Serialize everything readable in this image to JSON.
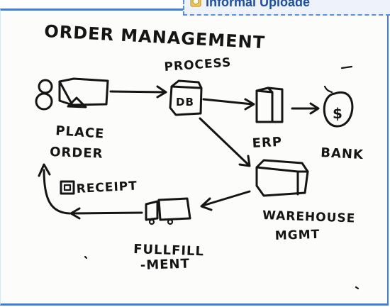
{
  "tab": {
    "label": "Informal Uploade",
    "icon": "upload-icon"
  },
  "diagram": {
    "title_line1": "ORDER MANAGEMENT",
    "title_line2": "PROCESS",
    "nodes": {
      "place_order_line1": "PLACE",
      "place_order_line2": "ORDER",
      "db": "DB",
      "erp": "ERP",
      "bank": "BANK",
      "bank_symbol": "$",
      "receipt": "RECEIPT",
      "warehouse_line1": "WAREHOUSE",
      "warehouse_line2": "MGMT",
      "fulfillment_line1": "FULLFILL",
      "fulfillment_line2": "-MENT"
    }
  }
}
